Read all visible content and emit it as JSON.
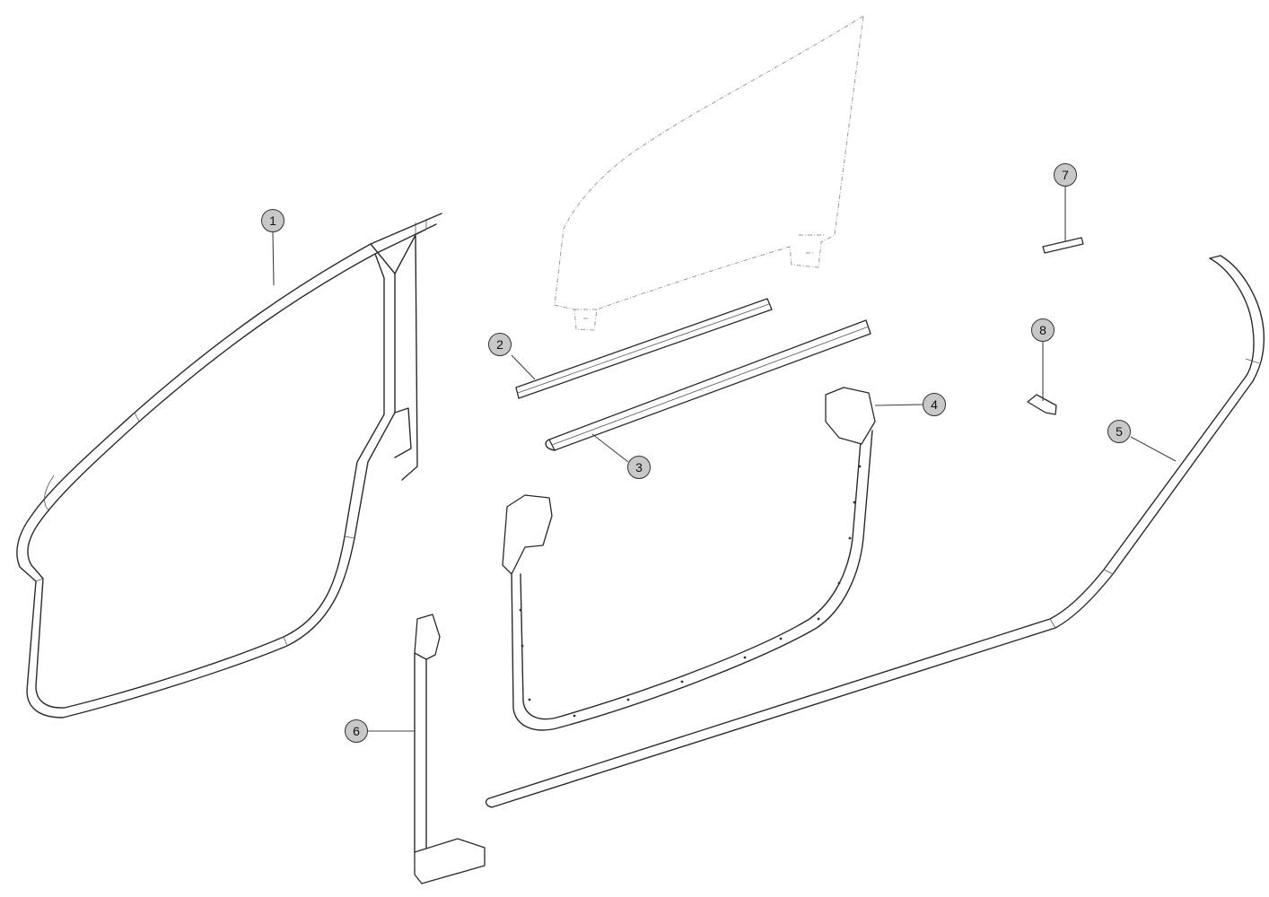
{
  "callouts": [
    {
      "id": "1",
      "label": "1"
    },
    {
      "id": "2",
      "label": "2"
    },
    {
      "id": "3",
      "label": "3"
    },
    {
      "id": "4",
      "label": "4"
    },
    {
      "id": "5",
      "label": "5"
    },
    {
      "id": "6",
      "label": "6"
    },
    {
      "id": "7",
      "label": "7"
    },
    {
      "id": "8",
      "label": "8"
    }
  ],
  "colors": {
    "callout_fill": "#c8c8c8",
    "line": "#2a2a2a",
    "glass": "#9a9a9a"
  }
}
